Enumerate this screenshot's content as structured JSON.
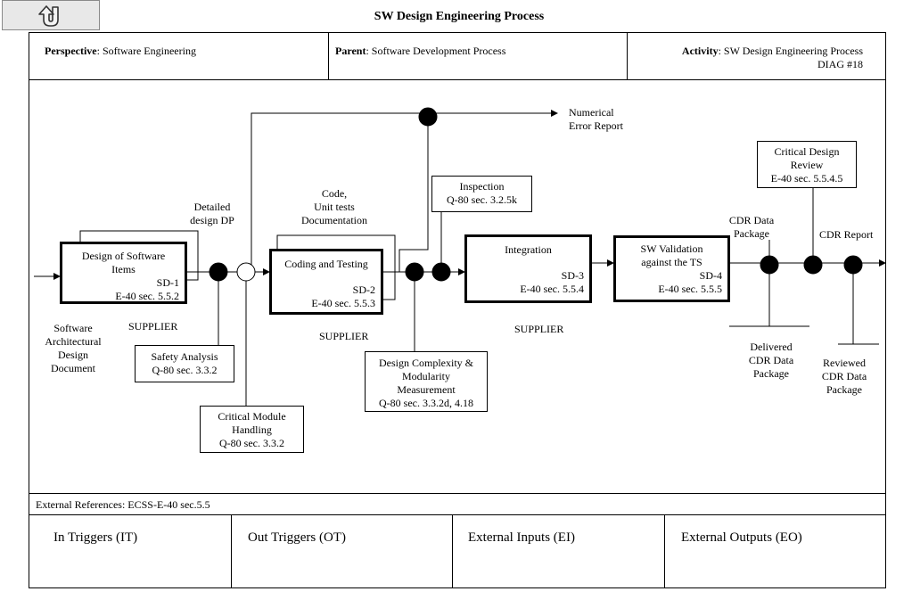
{
  "title": "SW Design Engineering Process",
  "back_icon": "u-turn-up-arrow-icon",
  "header": {
    "perspective_label": "Perspective",
    "perspective_value": ": Software Engineering",
    "parent_label": "Parent",
    "parent_value": ": Software Development Process",
    "activity_label": "Activity",
    "activity_value": ": SW Design Engineering Process",
    "diag": "DIAG #18"
  },
  "processes": {
    "sd1": {
      "line1": "Design of Software",
      "line2": "Items",
      "id": "SD-1",
      "ref": "E-40 sec. 5.5.2"
    },
    "sd2": {
      "line1": "Coding and Testing",
      "id": "SD-2",
      "ref": "E-40 sec. 5.5.3"
    },
    "sd3": {
      "line1": "Integration",
      "id": "SD-3",
      "ref": "E-40 sec. 5.5.4"
    },
    "sd4": {
      "line1": "SW Validation",
      "line2": "against the TS",
      "id": "SD-4",
      "ref": "E-40 sec. 5.5.5"
    }
  },
  "boxes": {
    "safety": {
      "line1": "Safety Analysis",
      "line2": "Q-80 sec. 3.3.2"
    },
    "critical_module": {
      "line1": "Critical Module",
      "line2": "Handling",
      "line3": "Q-80 sec. 3.3.2"
    },
    "design_complexity": {
      "line1": "Design Complexity &",
      "line2": "Modularity",
      "line3": "Measurement",
      "line4": "Q-80 sec. 3.3.2d, 4.18"
    },
    "inspection": {
      "line1": "Inspection",
      "line2": "Q-80 sec. 3.2.5k"
    },
    "cdr_review": {
      "line1": "Critical Design",
      "line2": "Review",
      "line3": "E-40 sec. 5.5.4.5"
    }
  },
  "labels": {
    "numerical_1": "Numerical",
    "numerical_2": "Error Report",
    "detailed_1": "Detailed",
    "detailed_2": "design DP",
    "code_1": "Code,",
    "code_2": "Unit tests",
    "code_3": "Documentation",
    "sad_1": "Software",
    "sad_2": "Architectural",
    "sad_3": "Design",
    "sad_4": "Document",
    "supplier_1": "SUPPLIER",
    "supplier_2": "SUPPLIER",
    "supplier_3": "SUPPLIER",
    "cdr_pkg_1": "CDR  Data",
    "cdr_pkg_2": "Package",
    "cdr_report": "CDR Report",
    "delivered_1": "Delivered",
    "delivered_2": "CDR  Data",
    "delivered_3": "Package",
    "reviewed_1": "Reviewed",
    "reviewed_2": "CDR Data",
    "reviewed_3": "Package"
  },
  "external_refs": "External References: ECSS-E-40 sec.5.5",
  "triggers": {
    "it": "In Triggers (IT)",
    "ot": "Out Triggers (OT)",
    "ei": "External Inputs (EI)",
    "eo": "External Outputs (EO)"
  }
}
